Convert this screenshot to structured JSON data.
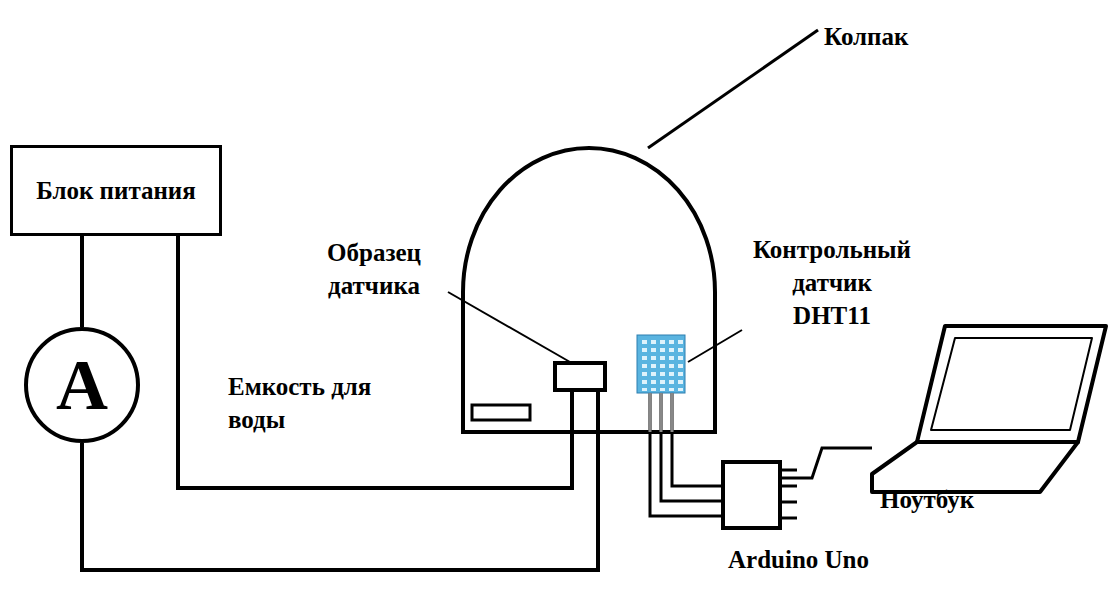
{
  "diagram": {
    "nodes": [
      {
        "text": [
          "Блок питания"
        ]
      },
      {
        "text": [
          "A"
        ]
      }
    ],
    "edges": [
      {
        "from": 0,
        "to": 1,
        "arrow": "none"
      }
    ],
    "labels": [
      "Колпак",
      "Образец датчика",
      "Контрольный датчик DHT11",
      "Емкость для воды",
      "Ноутбук",
      "Arduino Uno"
    ]
  }
}
